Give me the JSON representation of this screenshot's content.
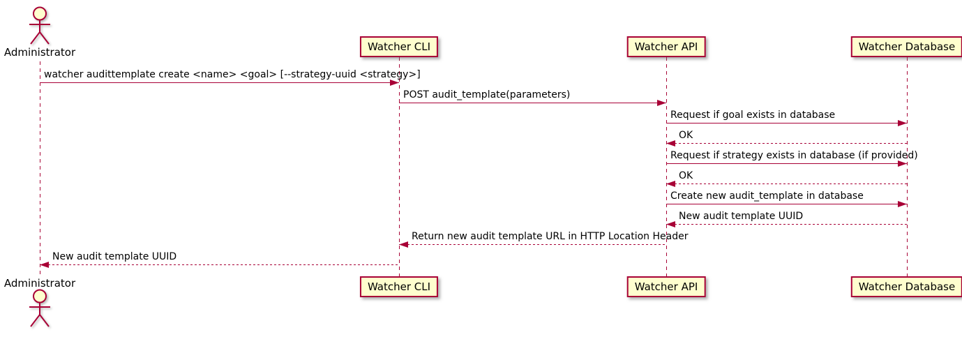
{
  "diagram": {
    "type": "sequence",
    "colors": {
      "line": "#A80036",
      "participant_fill": "#FEFECE",
      "text": "#000000",
      "background": "#FFFFFF"
    },
    "participants": [
      {
        "id": "administrator",
        "label": "Administrator",
        "kind": "actor"
      },
      {
        "id": "watcher-cli",
        "label": "Watcher CLI",
        "kind": "participant"
      },
      {
        "id": "watcher-api",
        "label": "Watcher API",
        "kind": "participant"
      },
      {
        "id": "watcher-database",
        "label": "Watcher Database",
        "kind": "participant"
      }
    ],
    "messages": [
      {
        "from": "administrator",
        "to": "watcher-cli",
        "style": "solid",
        "text": "watcher audittemplate create <name> <goal> [--strategy-uuid <strategy>]"
      },
      {
        "from": "watcher-cli",
        "to": "watcher-api",
        "style": "solid",
        "text": "POST audit_template(parameters)"
      },
      {
        "from": "watcher-api",
        "to": "watcher-database",
        "style": "solid",
        "text": "Request if goal exists in database"
      },
      {
        "from": "watcher-database",
        "to": "watcher-api",
        "style": "dashed",
        "text": "OK"
      },
      {
        "from": "watcher-api",
        "to": "watcher-database",
        "style": "solid",
        "text": "Request if strategy exists in database (if provided)"
      },
      {
        "from": "watcher-database",
        "to": "watcher-api",
        "style": "dashed",
        "text": "OK"
      },
      {
        "from": "watcher-api",
        "to": "watcher-database",
        "style": "solid",
        "text": "Create new audit_template in database"
      },
      {
        "from": "watcher-database",
        "to": "watcher-api",
        "style": "dashed",
        "text": "New audit template UUID"
      },
      {
        "from": "watcher-api",
        "to": "watcher-cli",
        "style": "dashed",
        "text": "Return new audit template URL in HTTP Location Header"
      },
      {
        "from": "watcher-cli",
        "to": "administrator",
        "style": "dashed",
        "text": "New audit template UUID"
      }
    ]
  }
}
